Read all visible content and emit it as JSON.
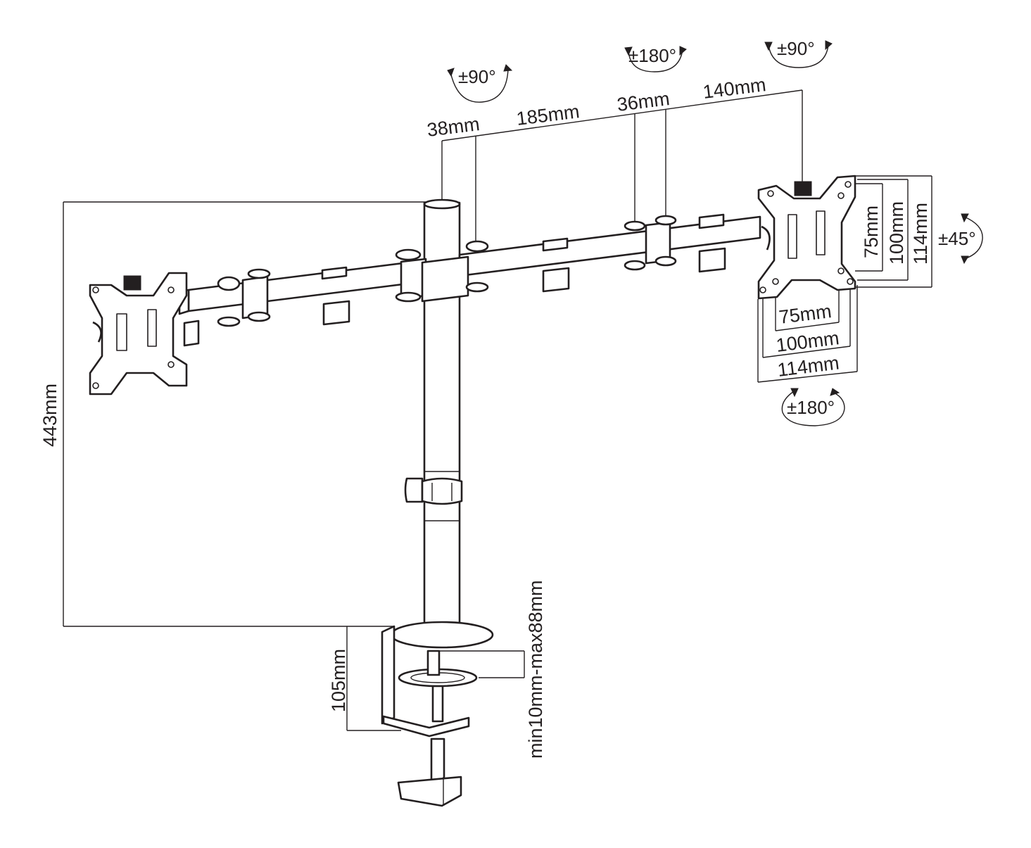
{
  "dimensions": {
    "pole_height": "443mm",
    "clamp_height": "105mm",
    "desk_thickness": "min10mm-max88mm",
    "arm_seg_38": "38mm",
    "arm_seg_185": "185mm",
    "arm_seg_36": "36mm",
    "arm_seg_140": "140mm",
    "vesa_h_75": "75mm",
    "vesa_h_100": "100mm",
    "vesa_h_114": "114mm",
    "vesa_v_75": "75mm",
    "vesa_v_100": "100mm",
    "vesa_v_114": "114mm"
  },
  "rotations": {
    "inner_arm": "±90°",
    "elbow": "±180°",
    "head_swivel": "±90°",
    "tilt": "±45°",
    "plate_rotation": "±180°"
  },
  "icons": [
    "rotation-arrow-icon"
  ]
}
